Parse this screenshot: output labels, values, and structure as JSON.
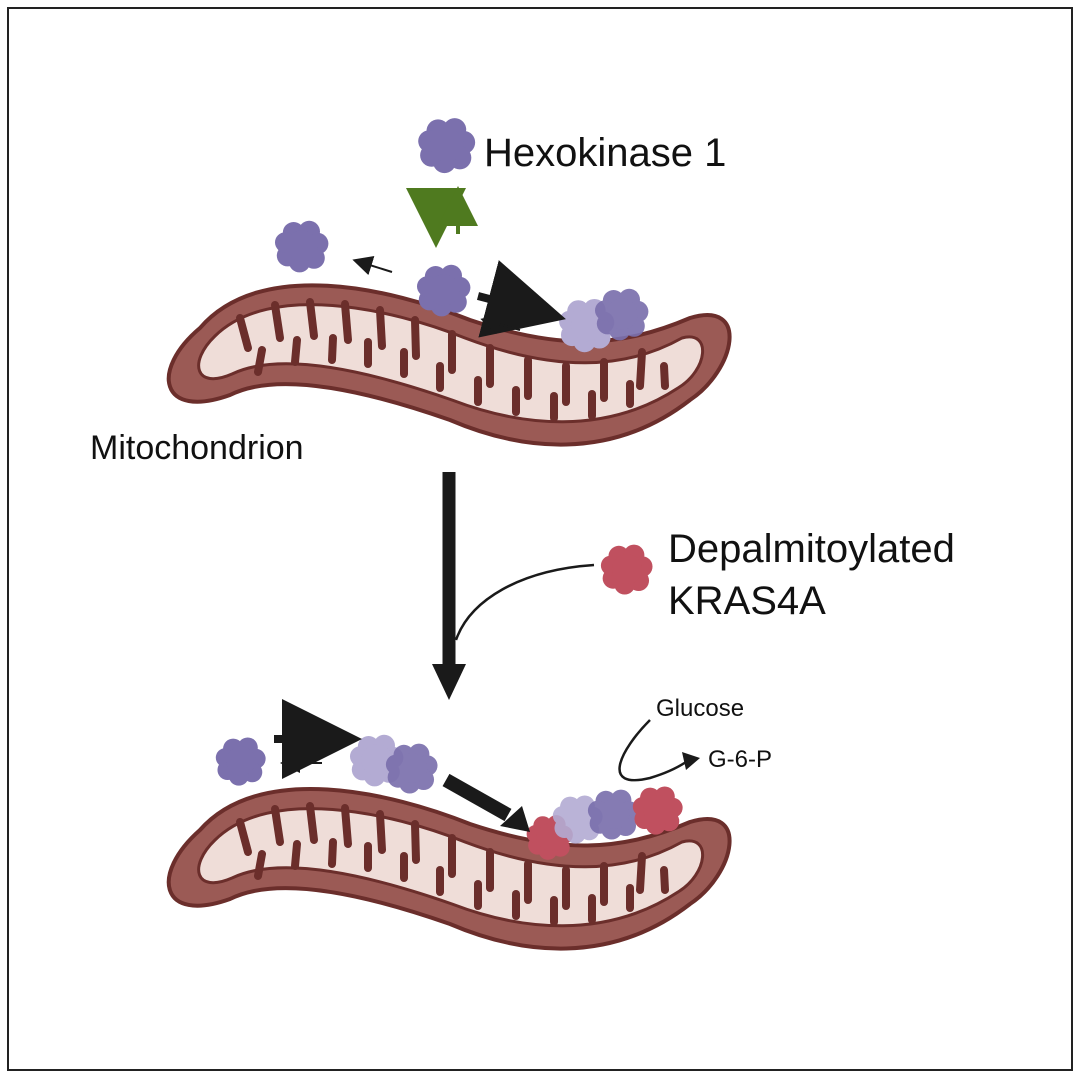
{
  "labels": {
    "hexokinase": "Hexokinase 1",
    "mitochondrion": "Mitochondrion",
    "kras_line1": "Depalmitoylated",
    "kras_line2": "KRAS4A",
    "glucose": "Glucose",
    "g6p": "G-6-P"
  },
  "colors": {
    "hexokinase": "#7b70ad",
    "hexokinase_light": "#b3abd3",
    "kras": "#c0505f",
    "membrane_outer": "#9b5a55",
    "membrane_dark": "#6b2e2b",
    "matrix": "#efddd8",
    "green_arrow": "#4f7a1f",
    "black_arrow": "#1a1a1a",
    "frame": "#222222"
  },
  "icons": {
    "protein": "protein-blob-icon",
    "organelle": "mitochondrion-icon"
  }
}
